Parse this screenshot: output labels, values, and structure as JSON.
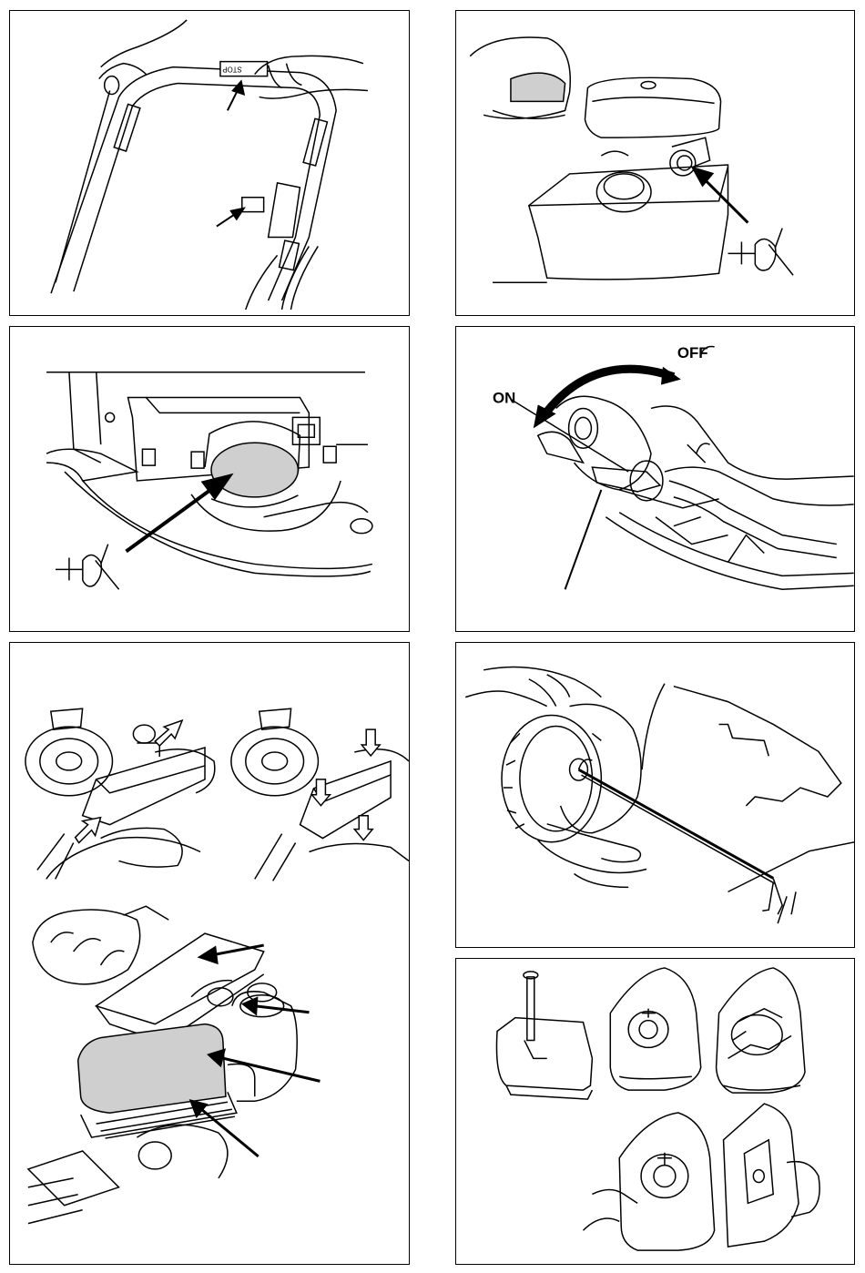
{
  "panels": [
    {
      "id": "handle-controls"
    },
    {
      "id": "fuel-shutoff-valve"
    },
    {
      "id": "carburetor-air-intake"
    },
    {
      "id": "fuel-valve-positions",
      "labels": {
        "on": "ON",
        "off": "OFF"
      }
    },
    {
      "id": "air-filter-removal"
    },
    {
      "id": "starter-cord"
    },
    {
      "id": "air-filter-parts"
    }
  ],
  "handle_decal_text": "STOP",
  "arrow_color": "#000000",
  "highlight_color": "#cfcfcf"
}
